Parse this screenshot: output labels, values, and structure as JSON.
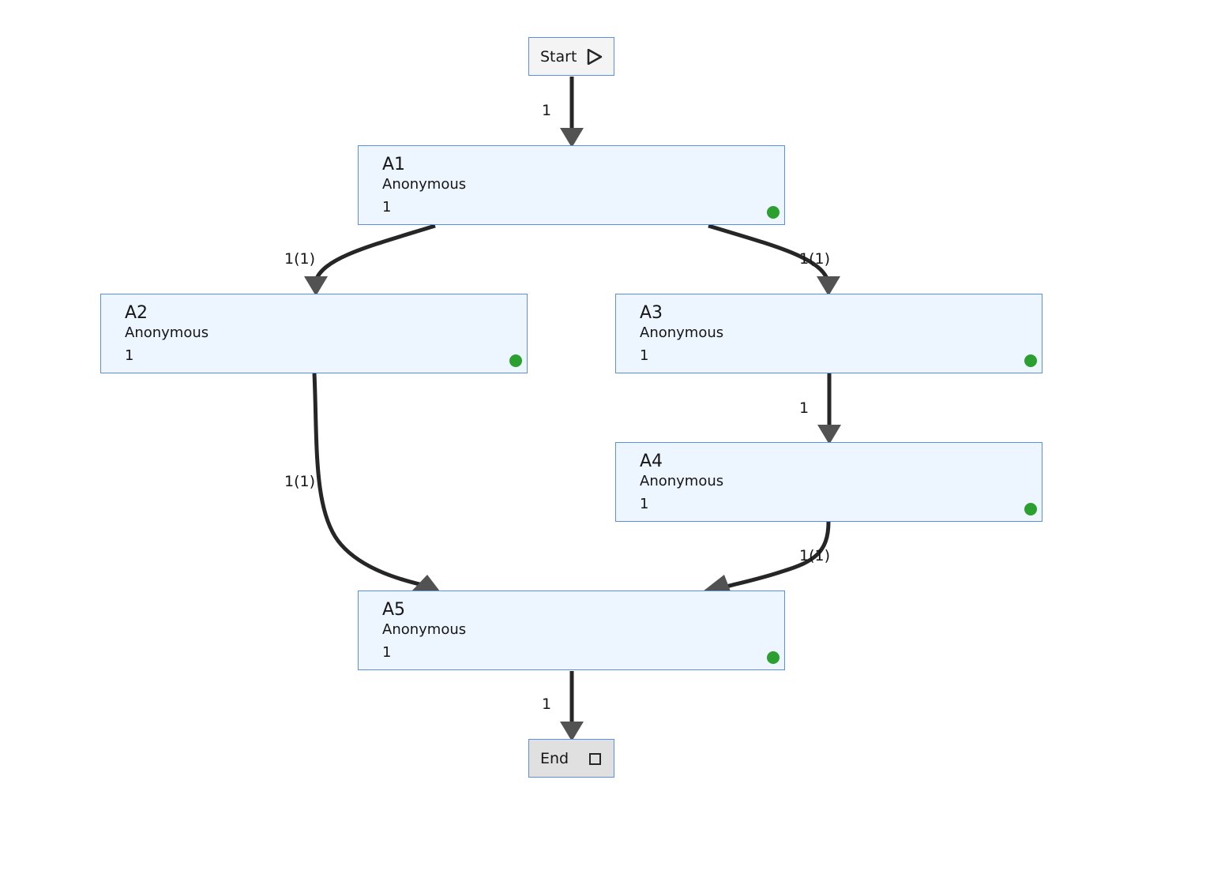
{
  "start": {
    "label": "Start",
    "icon": "play-icon"
  },
  "end": {
    "label": "End",
    "icon": "stop-icon"
  },
  "activities": [
    {
      "name": "A1",
      "performer": "Anonymous",
      "count": "1",
      "status_color": "#2c9f31"
    },
    {
      "name": "A2",
      "performer": "Anonymous",
      "count": "1",
      "status_color": "#2c9f31"
    },
    {
      "name": "A3",
      "performer": "Anonymous",
      "count": "1",
      "status_color": "#2c9f31"
    },
    {
      "name": "A4",
      "performer": "Anonymous",
      "count": "1",
      "status_color": "#2c9f31"
    },
    {
      "name": "A5",
      "performer": "Anonymous",
      "count": "1",
      "status_color": "#2c9f31"
    }
  ],
  "edges": [
    {
      "from": "Start",
      "to": "A1",
      "label": "1"
    },
    {
      "from": "A1",
      "to": "A2",
      "label": "1(1)"
    },
    {
      "from": "A1",
      "to": "A3",
      "label": "1(1)"
    },
    {
      "from": "A2",
      "to": "A5",
      "label": "1(1)"
    },
    {
      "from": "A3",
      "to": "A4",
      "label": "1"
    },
    {
      "from": "A4",
      "to": "A5",
      "label": "1(1)"
    },
    {
      "from": "A5",
      "to": "End",
      "label": "1"
    }
  ],
  "colors": {
    "node_border": "#5b8fe6",
    "activity_fill": "#edf5ff",
    "start_fill": "#f4f4f4",
    "end_fill": "#e0e0e0",
    "edge": "#262626",
    "arrow": "#525252",
    "status_ok": "#2c9f31"
  }
}
